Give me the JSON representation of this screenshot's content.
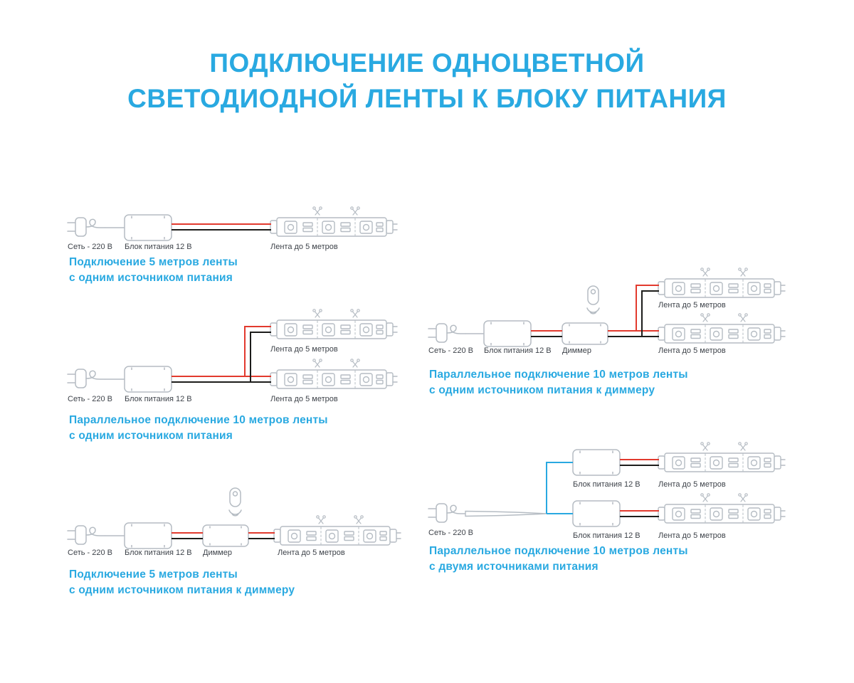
{
  "title": {
    "line1": "ПОДКЛЮЧЕНИЕ ОДНОЦВЕТНОЙ",
    "line2": "СВЕТОДИОДНОЙ ЛЕНТЫ К БЛОКУ ПИТАНИЯ"
  },
  "component_labels": {
    "mains": "Сеть - 220 В",
    "psu": "Блок питания 12 В",
    "dimmer": "Диммер",
    "strip": "Лента до 5 метров"
  },
  "diagrams": {
    "d1": {
      "components": [
        "mains-plug",
        "psu",
        "led-strip"
      ],
      "caption_line1": "Подключение 5 метров ленты",
      "caption_line2": "с одним источником питания"
    },
    "d2": {
      "components": [
        "mains-plug",
        "psu",
        "led-strip",
        "led-strip"
      ],
      "caption_line1": "Параллельное подключение 10 метров ленты",
      "caption_line2": "с одним источником питания"
    },
    "d3": {
      "components": [
        "mains-plug",
        "psu",
        "dimmer",
        "remote",
        "led-strip"
      ],
      "caption_line1": "Подключение 5 метров ленты",
      "caption_line2": "с одним источником питания к диммеру"
    },
    "d4": {
      "components": [
        "mains-plug",
        "psu",
        "dimmer",
        "remote",
        "led-strip",
        "led-strip"
      ],
      "caption_line1": "Параллельное подключение 10 метров ленты",
      "caption_line2": "с одним источником питания к диммеру"
    },
    "d5": {
      "components": [
        "mains-plug",
        "psu",
        "psu",
        "led-strip",
        "led-strip"
      ],
      "caption_line1": "Параллельное подключение 10 метров ленты",
      "caption_line2": "с двумя источниками питания"
    }
  },
  "icons": {
    "plug": "power-plug-icon",
    "psu": "power-supply-box",
    "dimmer": "dimmer-box",
    "remote": "remote-control-icon",
    "strip": "led-strip-icon",
    "scissors": "cut-mark-icon"
  },
  "colors": {
    "accent_blue": "#29a9e1",
    "wire_red": "#e23a2e",
    "wire_black": "#1d1d1b",
    "wire_blue": "#29a9e1",
    "outline_grey": "#b5bcc3",
    "label_text": "#3e434a"
  }
}
